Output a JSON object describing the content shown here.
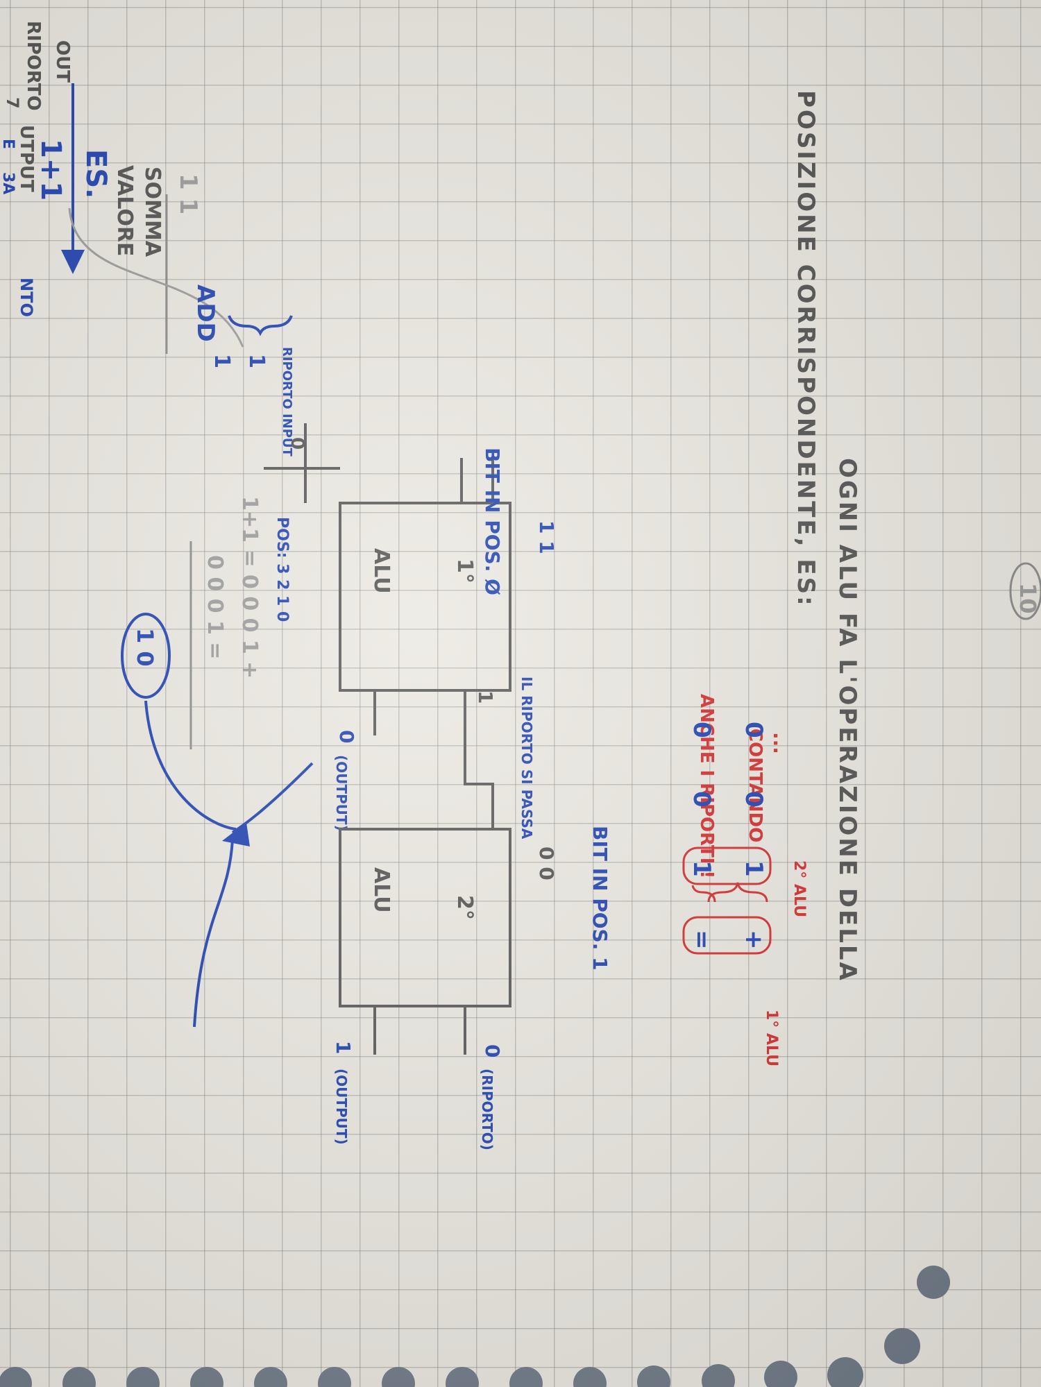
{
  "left_margin": {
    "l1": "RIPORTO",
    "l2": "OUT",
    "l3": "UTPUT",
    "l4": "NTO",
    "l5": "7",
    "l6": "E",
    "l7": "3A"
  },
  "heading": {
    "line1": "OGNI ALU FA L'OPERAZIONE DELLA",
    "line2": "POSIZIONE CORRISPONDENTE, ES:"
  },
  "red_note": {
    "contando": "CONTANDO",
    "anche": "ANCHE I RIPORTI !",
    "dots": "...",
    "row1": [
      "0",
      "0",
      "1",
      "+"
    ],
    "row2": [
      "0",
      "0",
      "1",
      "="
    ],
    "alu1": "1° ALU",
    "alu2": "2° ALU"
  },
  "example": {
    "es": "ES.",
    "expr": "1+1",
    "valore": "VALORE",
    "somma": "SOMMA",
    "expr_faded": "1 1",
    "add": "ADD",
    "add_bits": [
      "1",
      "1"
    ],
    "riporto_input": "RIPORTO INPUT",
    "riporto_zero": "0"
  },
  "alu1": {
    "label": "ALU",
    "index": "1°",
    "bit_label": "BIT IN POS. Ø",
    "bits": "1 1",
    "carry_out": "1",
    "output_val": "0",
    "output_label": "(OUTPUT)",
    "note": "IL RIPORTO SI PASSA"
  },
  "alu2": {
    "label": "ALU",
    "index": "2°",
    "bit_label": "BIT IN POS. 1",
    "bits": "0 0",
    "carry_val": "0",
    "carry_label": "(RIPORTO)",
    "output_val": "1",
    "output_label": "(OUTPUT)"
  },
  "sum": {
    "pos_label": "POS: 3 2 1 0",
    "row1": "1+1 = 0 0 0 1 +",
    "row2": "0 0 0 1 =",
    "result": "1 0"
  },
  "page_number": "10"
}
